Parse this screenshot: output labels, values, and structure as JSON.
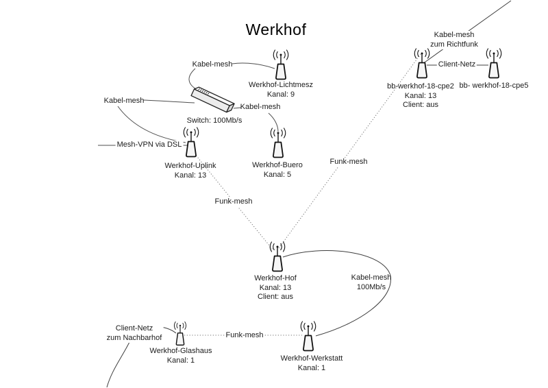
{
  "diagram": {
    "title": "Werkhof",
    "switch": {
      "label": "Switch: 100Mb/s"
    },
    "nodes": {
      "lichtmesz": {
        "name": "Werkhof-Lichtmesz",
        "kanal": "Kanal: 9"
      },
      "uplink": {
        "name": "Werkhof-Uplink",
        "kanal": "Kanal: 13"
      },
      "buero": {
        "name": "Werkhof-Buero",
        "kanal": "Kanal: 5"
      },
      "cpe2": {
        "name": "bb-werkhof-18-cpe2",
        "kanal": "Kanal: 13",
        "client": "Client: aus"
      },
      "cpe5": {
        "name": "bb- werkhof-18-cpe5"
      },
      "hof": {
        "name": "Werkhof-Hof",
        "kanal": "Kanal: 13",
        "client": "Client: aus"
      },
      "glashaus": {
        "name": "Werkhof-Glashaus",
        "kanal": "Kanal: 1"
      },
      "werkstatt": {
        "name": "Werkhof-Werkstatt",
        "kanal": "Kanal: 1"
      }
    },
    "links": {
      "kabel_mesh_switch_lichtmesz": "Kabel-mesh",
      "kabel_mesh_switch_uplink": "Kabel-mesh",
      "kabel_mesh_switch_buero": "Kabel-mesh",
      "mesh_vpn": "Mesh-VPN via DSL",
      "funk_mesh_uplink_hof": "Funk-mesh",
      "funk_mesh_hof_cpe2": "Funk-mesh",
      "funk_mesh_glashaus_werkstatt": "Funk-mesh",
      "client_netz_cpes": "Client-Netz",
      "richtfunk": {
        "line1": "Kabel-mesh",
        "line2": "zum Richtfunk"
      },
      "kabel_mesh_100": {
        "line1": "Kabel-mesh",
        "line2": "100Mb/s"
      },
      "nachbarhof": {
        "line1": "Client-Netz",
        "line2": "zum Nachbarhof"
      }
    },
    "icons": {
      "antenna": "antenna-icon",
      "switch": "network-switch-icon"
    },
    "colors": {
      "background": "#ffffff",
      "line": "#4d4d4d",
      "dotted_line": "#707070",
      "icon_stroke": "#111111",
      "icon_fill": "#f6f6f6",
      "text": "#1a1a1a"
    }
  }
}
